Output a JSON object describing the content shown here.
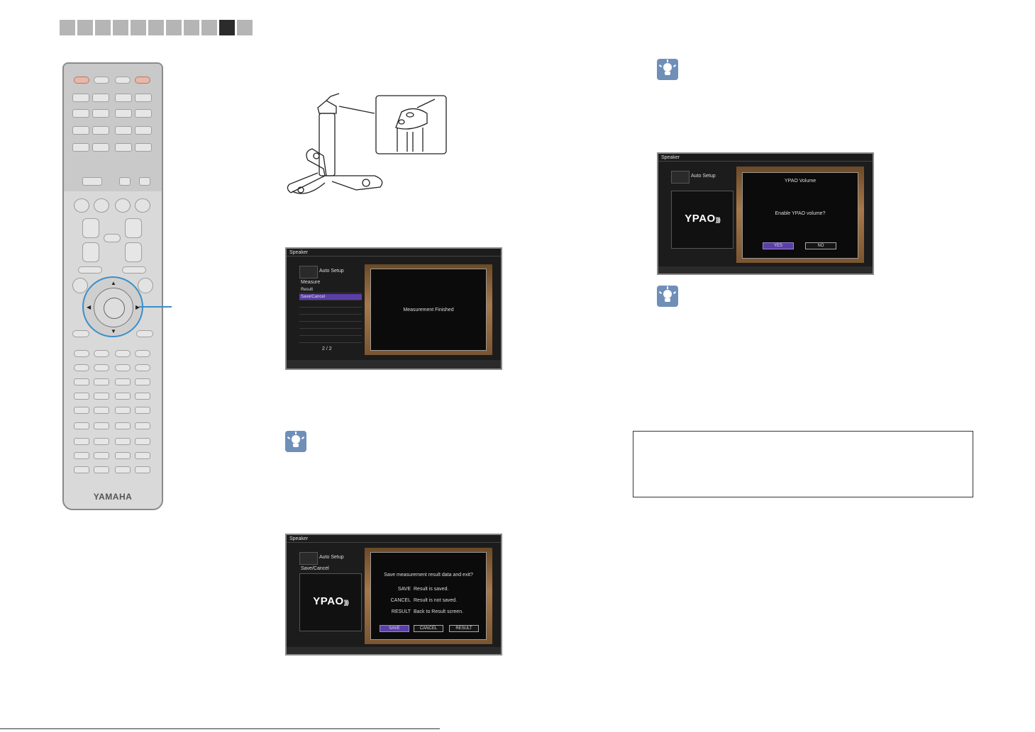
{
  "chapter_tabs": {
    "count": 11,
    "active_index": 9
  },
  "brand": {
    "logo_text": "YAMAHA"
  },
  "screen1": {
    "header": "Speaker",
    "module": "Auto Setup",
    "menu_title": "Measure",
    "items": [
      "Result",
      "Save/Cancel"
    ],
    "page": "2 / 2",
    "message": "Measurement Finished"
  },
  "screen2": {
    "header": "Speaker",
    "module": "Auto Setup",
    "menu_title": "Save/Cancel",
    "logo": "YPAO",
    "prompt": "Save measurement result data and exit?",
    "lines": [
      {
        "key": "SAVE",
        "desc": "Result is saved."
      },
      {
        "key": "CANCEL",
        "desc": "Result is not saved."
      },
      {
        "key": "RESULT",
        "desc": "Back to Result screen."
      }
    ],
    "buttons": [
      "SAVE",
      "CANCEL",
      "RESULT"
    ]
  },
  "screen3": {
    "header": "Speaker",
    "module": "Auto Setup",
    "logo": "YPAO",
    "title": "YPAO Volume",
    "prompt": "Enable YPAO volume?",
    "buttons": [
      "YES",
      "NO"
    ]
  },
  "colors": {
    "accent": "#5b3fa8",
    "hint": "#6f8fb9",
    "callout": "#3a8fc7"
  }
}
